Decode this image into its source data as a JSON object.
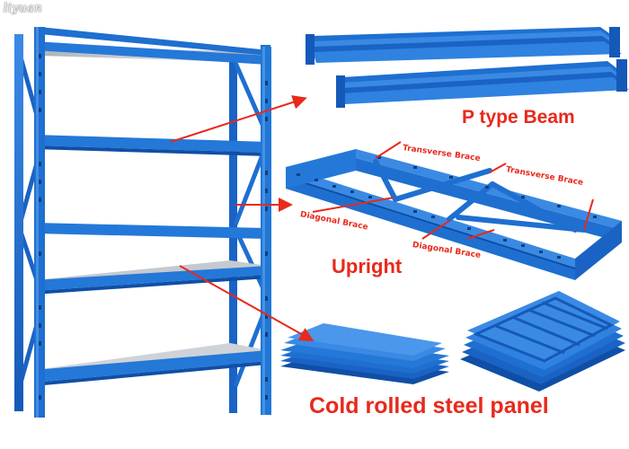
{
  "watermark": "liyuan",
  "components": {
    "beam": "P type Beam",
    "upright": "Upright",
    "panel": "Cold rolled steel panel"
  },
  "annotations": {
    "transverse_brace_1": "Transverse Brace",
    "transverse_brace_2": "Transverse Brace",
    "diagonal_brace_1": "Diagonal Brace",
    "diagonal_brace_2": "Diagonal Brace"
  },
  "colors": {
    "steel_blue": "#1e73d2",
    "steel_blue_dark": "#0d4ea3",
    "panel_grey": "#c9cdd2",
    "label_red": "#e8291c"
  }
}
